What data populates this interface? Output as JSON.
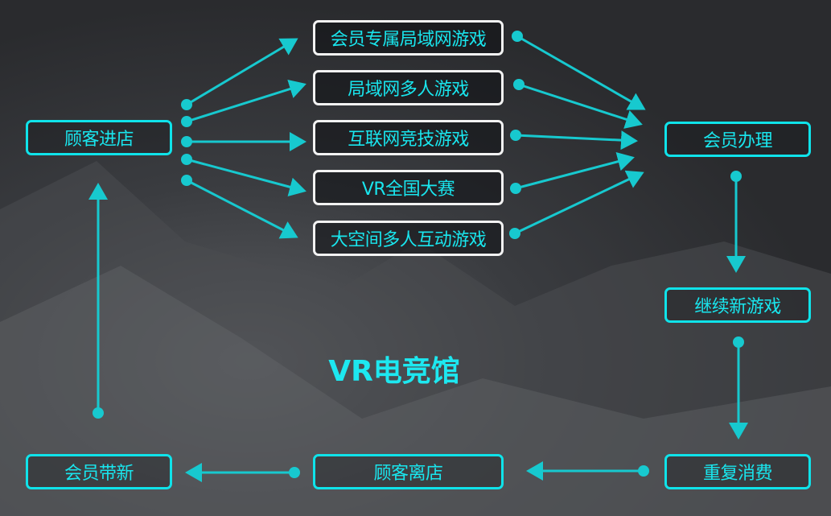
{
  "title": "VR电竞馆",
  "nodes": {
    "enter": "顾客进店",
    "games": [
      "会员专属局域网游戏",
      "局域网多人游戏",
      "互联网竞技游戏",
      "VR全国大赛",
      "大空间多人互动游戏"
    ],
    "member": "会员办理",
    "continue": "继续新游戏",
    "repeat": "重复消费",
    "leave": "顾客离店",
    "referral": "会员带新"
  },
  "colors": {
    "accent": "#0fe3ea",
    "line": "#17c9cf",
    "game_border": "#f2f2f2"
  }
}
